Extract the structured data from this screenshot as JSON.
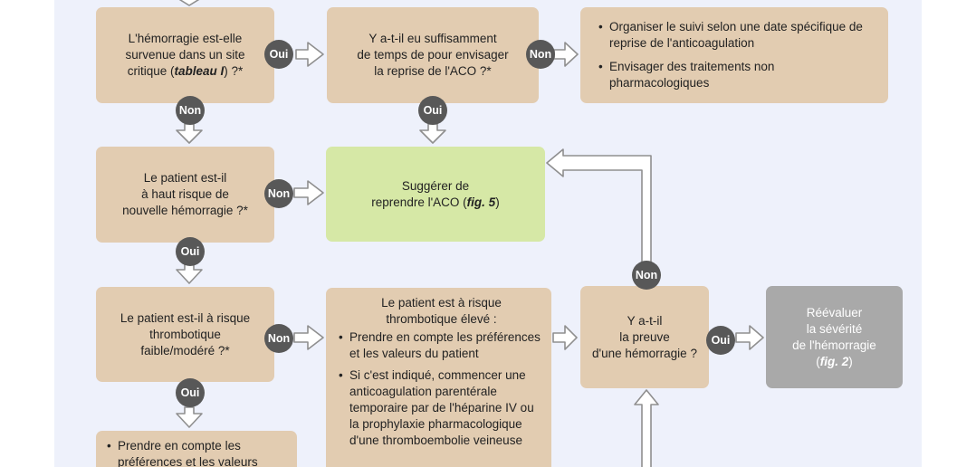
{
  "labels": {
    "oui": "Oui",
    "non": "Non"
  },
  "nodes": {
    "critical_site": {
      "line1": "L'hémorragie est-elle",
      "line2": "survenue dans un site",
      "line3_pre": "critique (",
      "line3_ref": "tableau I",
      "line3_post": ") ?*"
    },
    "enough_time": {
      "line1": "Y a-t-il eu suffisamment",
      "line2": "de temps de pour envisager",
      "line3": "la reprise de l'ACO ?*"
    },
    "follow_up": {
      "items": [
        "Organiser le suivi selon une date spécifique de reprise de l'anticoagulation",
        "Envisager des traitements non pharmacologiques"
      ]
    },
    "high_risk_rebleed": {
      "line1": "Le patient est-il",
      "line2": "à haut risque de",
      "line3": "nouvelle hémorragie ?*"
    },
    "suggest_resume": {
      "line1": "Suggérer de",
      "line2_pre": "reprendre l'ACO (",
      "line2_ref": "fig. 5",
      "line2_post": ")"
    },
    "low_thrombotic": {
      "line1": "Le patient est-il à risque",
      "line2": "thrombotique",
      "line3": "faible/modéré ?*"
    },
    "high_thrombotic": {
      "title1": "Le patient est à risque",
      "title2": "thrombotique élevé :",
      "items": [
        "Prendre en compte les préférences et les valeurs du patient",
        "Si c'est indiqué, commencer une anticoagulation parentérale temporaire par de l'héparine IV ou la prophylaxie pharmacologique d'une thromboembolie veineuse"
      ]
    },
    "evidence_bleeding": {
      "line1": "Y a-t-il",
      "line2": "la preuve",
      "line3": "d'une hémorragie ?"
    },
    "reassess": {
      "line1": "Réévaluer",
      "line2": "la sévérité",
      "line3": "de l'hémorragie",
      "ref_pre": "(",
      "ref": "fig. 2",
      "ref_post": ")"
    },
    "bottom_left": {
      "items": [
        "Prendre en compte les préférences et les valeurs"
      ]
    }
  }
}
